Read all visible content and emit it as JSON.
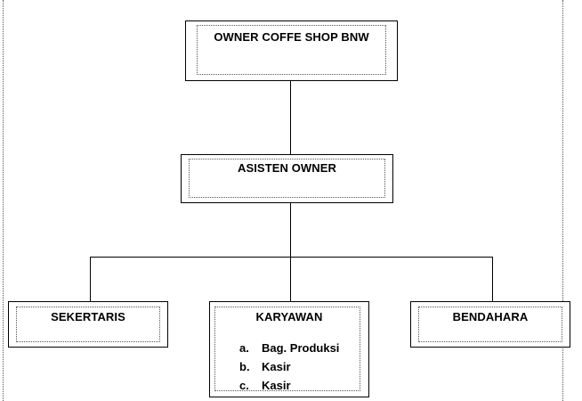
{
  "org_chart": {
    "owner": {
      "label": "OWNER COFFE SHOP BNW"
    },
    "assistant": {
      "label": "ASISTEN OWNER"
    },
    "departments": {
      "secretary": {
        "label": "SEKERTARIS"
      },
      "employees": {
        "label": "KARYAWAN",
        "members": [
          {
            "marker": "a.",
            "label": "Bag. Produksi"
          },
          {
            "marker": "b.",
            "label": "Kasir"
          },
          {
            "marker": "c.",
            "label": "Kasir"
          }
        ]
      },
      "treasurer": {
        "label": "BENDAHARA"
      }
    }
  },
  "colors": {
    "line": "#000000",
    "box_border": "#000000",
    "inner_border": "#555555",
    "background": "#ffffff"
  }
}
